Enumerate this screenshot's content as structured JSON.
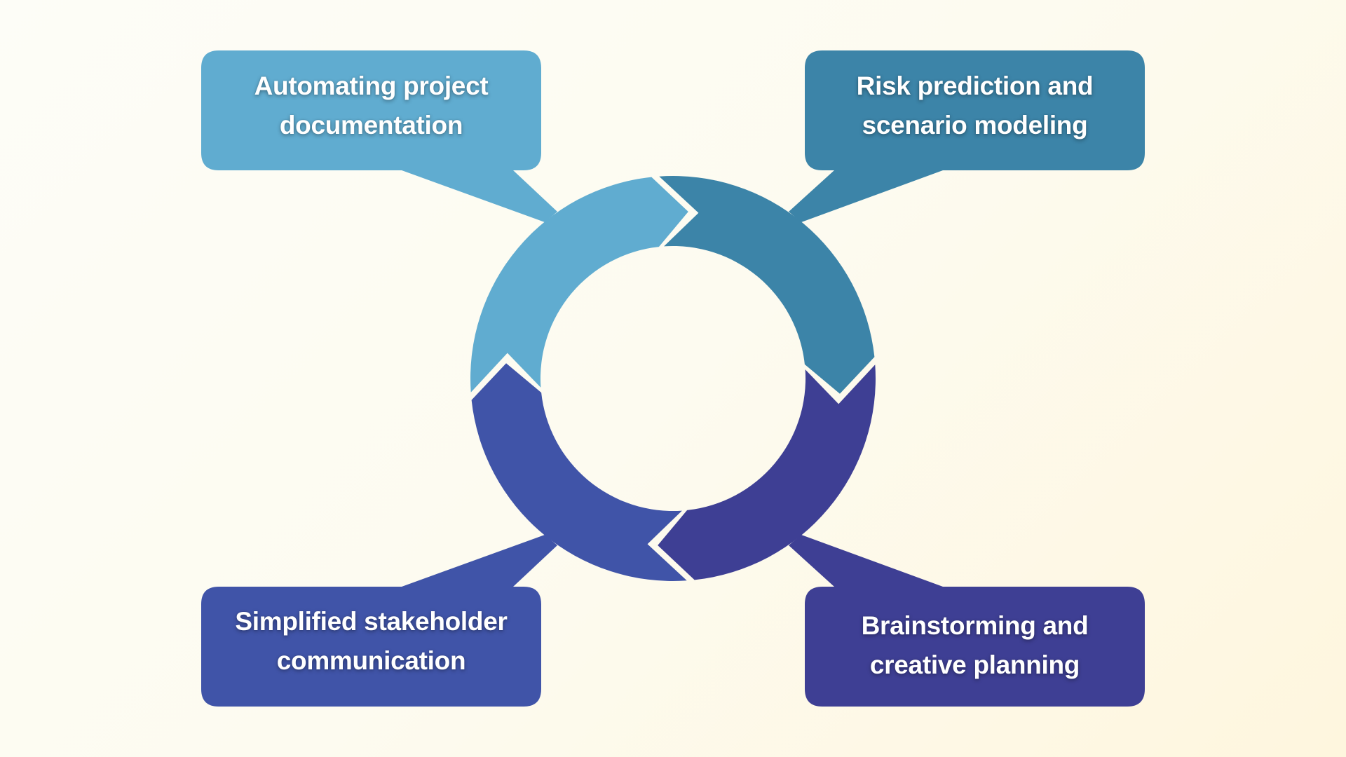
{
  "diagram": {
    "type": "cycle",
    "direction": "clockwise",
    "background_colors": [
      "#FDFDF7",
      "#FEF6DE"
    ],
    "segment_gap_color": "#FFFFFF",
    "steps": [
      {
        "id": "top-left",
        "lines": [
          "Automating project",
          "documentation"
        ],
        "label": "Automating project documentation",
        "color": "#60ACD0"
      },
      {
        "id": "top-right",
        "lines": [
          "Risk prediction and",
          "scenario modeling"
        ],
        "label": "Risk prediction and scenario modeling",
        "color": "#3C84A8"
      },
      {
        "id": "bottom-right",
        "lines": [
          "Brainstorming and",
          "creative planning"
        ],
        "label": "Brainstorming and creative planning",
        "color": "#3E3F94"
      },
      {
        "id": "bottom-left",
        "lines": [
          "Simplified stakeholder",
          "communication"
        ],
        "label": "Simplified stakeholder communication",
        "color": "#4054A8"
      }
    ]
  }
}
